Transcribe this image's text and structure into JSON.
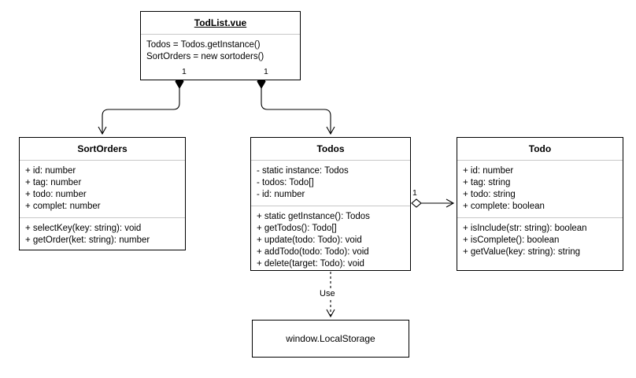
{
  "diagram": {
    "type": "uml-class-diagram",
    "background": "#ffffff",
    "line_color": "#000000",
    "divider_color": "#c8c8c8"
  },
  "classes": {
    "todlist": {
      "name": "TodList.vue",
      "attributes": [
        "Todos = Todos.getInstance()",
        "SortOrders = new sortoders()"
      ],
      "methods": []
    },
    "sortorders": {
      "name": "SortOrders",
      "attributes": [
        "+ id: number",
        "+ tag: number",
        "+ todo: number",
        "+ complet: number"
      ],
      "methods": [
        "+ selectKey(key: string): void",
        "+ getOrder(ket: string): number"
      ]
    },
    "todos": {
      "name": "Todos",
      "attributes": [
        "- static instance: Todos",
        "- todos: Todo[]",
        "- id: number"
      ],
      "methods": [
        "+ static getInstance(): Todos",
        "+ getTodos(): Todo[]",
        "+ update(todo: Todo): void",
        "+ addTodo(todo: Todo): void",
        "+ delete(target: Todo): void"
      ]
    },
    "todo": {
      "name": "Todo",
      "attributes": [
        "+ id: number",
        "+ tag: string",
        "+ todo: string",
        "+ complete: boolean"
      ],
      "methods": [
        "+ isInclude(str: string): boolean",
        "+ isComplete(): boolean",
        "+ getValue(key: string): string"
      ]
    }
  },
  "nodes": {
    "localstorage": {
      "label": "window.LocalStorage"
    }
  },
  "relationships": {
    "todlist_sortorders": {
      "from": "TodList.vue",
      "to": "SortOrders",
      "kind": "composition",
      "source_multiplicity": "1"
    },
    "todlist_todos": {
      "from": "TodList.vue",
      "to": "Todos",
      "kind": "composition",
      "source_multiplicity": "1"
    },
    "todos_todo": {
      "from": "Todos",
      "to": "Todo",
      "kind": "aggregation",
      "source_multiplicity": "1"
    },
    "todos_localstorage": {
      "from": "Todos",
      "to": "window.LocalStorage",
      "kind": "dependency",
      "label": "Use"
    }
  }
}
